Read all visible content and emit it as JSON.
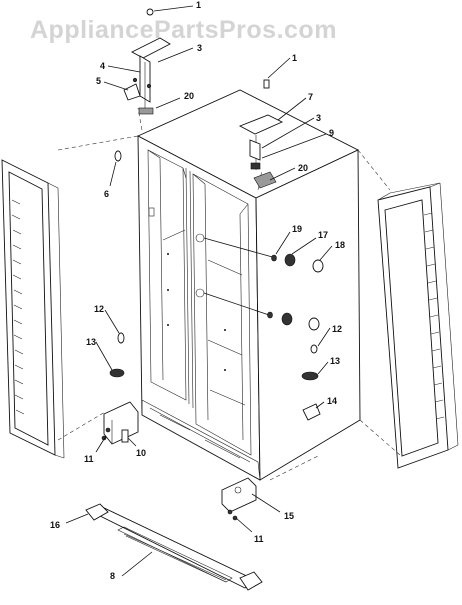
{
  "watermark": "AppliancePartsPros.com",
  "callouts": {
    "c1a": "1",
    "c3a": "3",
    "c4": "4",
    "c5": "5",
    "c20a": "20",
    "c1b": "1",
    "c7": "7",
    "c3b": "3",
    "c9": "9",
    "c20b": "20",
    "c6": "6",
    "c19": "19",
    "c17": "17",
    "c18": "18",
    "c12a": "12",
    "c13a": "13",
    "c12b": "12",
    "c13b": "13",
    "c14": "14",
    "c11a": "11",
    "c10": "10",
    "c16": "16",
    "c15": "15",
    "c11b": "11",
    "c8": "8"
  },
  "colors": {
    "line": "#111111",
    "watermark": "#d4d4d4",
    "background": "#ffffff"
  }
}
